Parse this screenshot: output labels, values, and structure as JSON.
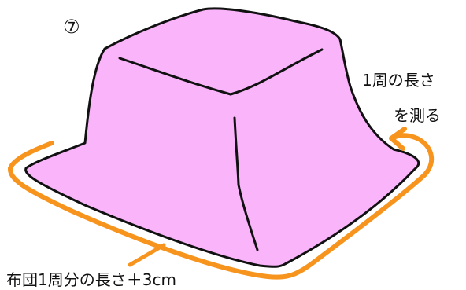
{
  "step_marker": "⑦",
  "measure_note": {
    "line1": "1周の長さ",
    "line2": "を測る"
  },
  "size_note": "布団1周分の長さ＋3cm",
  "colors": {
    "cloth_fill": "#f9b4fa",
    "outline": "#111111",
    "measure_line": "#f7941d",
    "background": "#ffffff"
  }
}
